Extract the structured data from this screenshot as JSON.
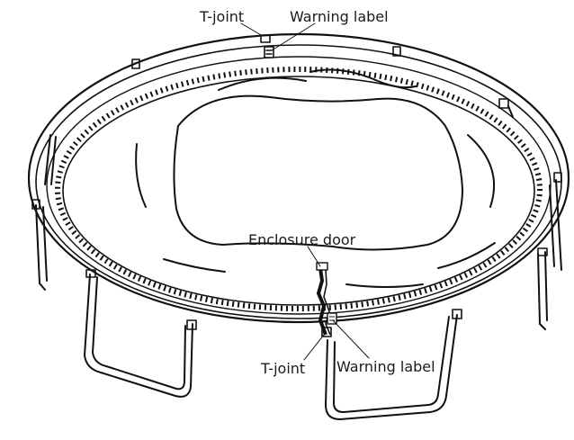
{
  "labels": {
    "top_tjoint": "T-joint",
    "top_warning": "Warning label",
    "enclosure_door": "Enclosure door",
    "bottom_tjoint": "T-joint",
    "bottom_warning": "Warning label"
  },
  "colors": {
    "line": "#111111",
    "background": "#ffffff"
  }
}
